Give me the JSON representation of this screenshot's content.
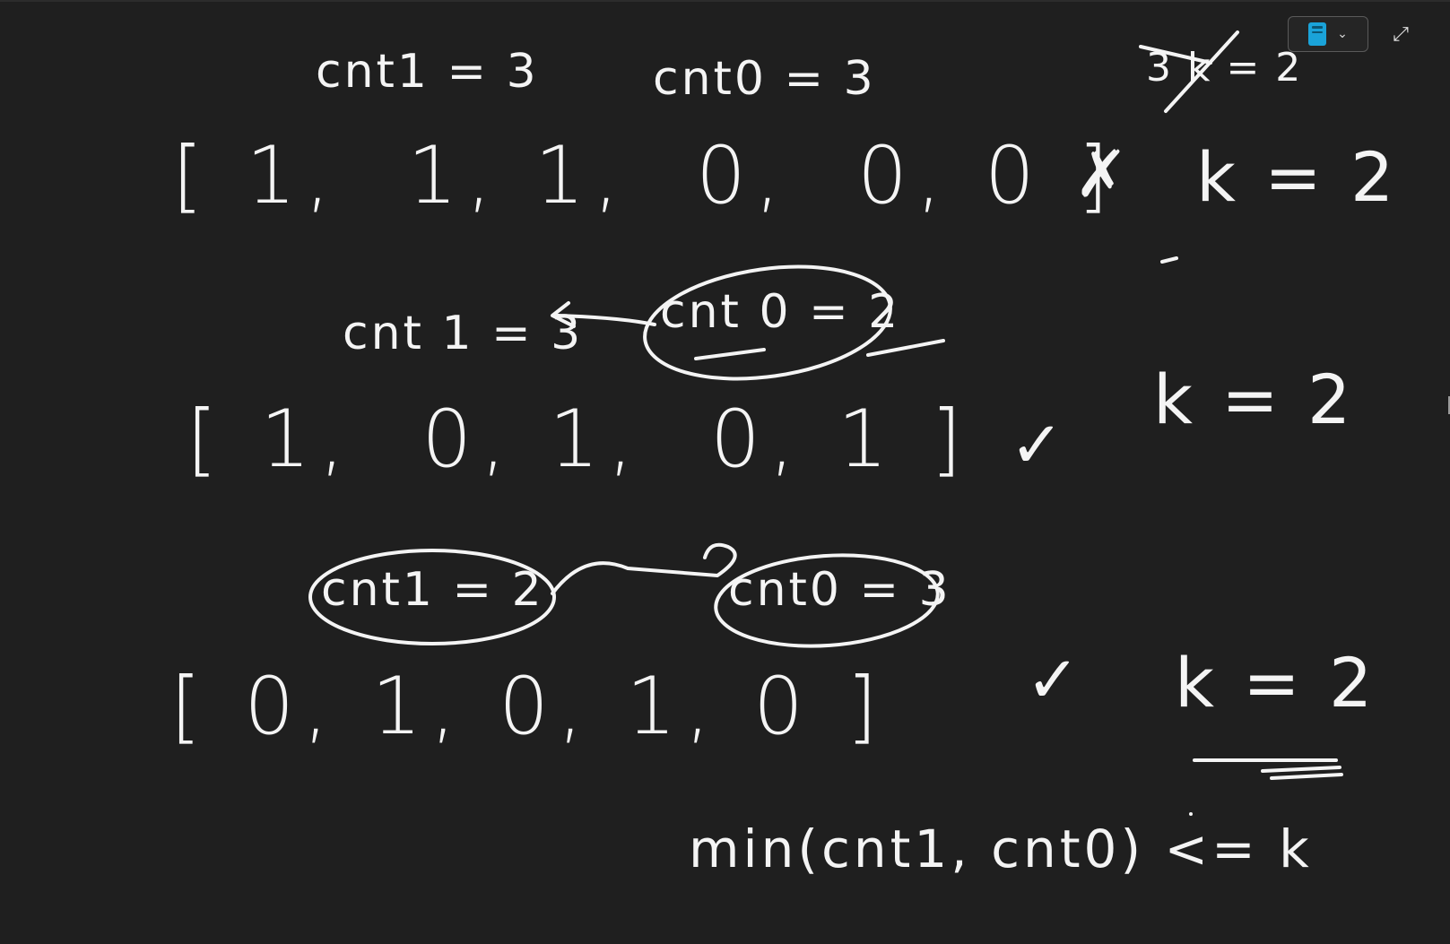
{
  "board": {
    "background_color": "#1f1f1f",
    "ink_color": "#f4f4f4",
    "toolbar": {
      "notebook_icon": "notebook-icon",
      "notebook_color": "#1aa3d9",
      "dropdown_icon": "chevron-down-icon",
      "dropdown_glyph": "⌄",
      "expand_icon": "expand-icon",
      "expand_glyph": "⤢"
    },
    "example1": {
      "cnt1": "cnt1 = 3",
      "cnt0": "cnt0 = 3",
      "corner_note": "3 k = 2",
      "array": "[ 1,  1, 1,  0,  0, 0 ]",
      "mark": "✗",
      "k": "k = 2"
    },
    "example2": {
      "cnt1": "cnt 1 = 3",
      "cnt0": "cnt 0 = 2",
      "array": "[ 1,  0, 1,  0, 1 ]",
      "mark": "✓",
      "k": "k = 2"
    },
    "example3": {
      "cnt1": "cnt1 = 2",
      "cnt0": "cnt0 = 3",
      "array": "[ 0, 1, 0, 1, 0 ]",
      "mark": "✓",
      "k": "k = 2"
    },
    "formula": "min(cnt1, cnt0) <= k"
  }
}
